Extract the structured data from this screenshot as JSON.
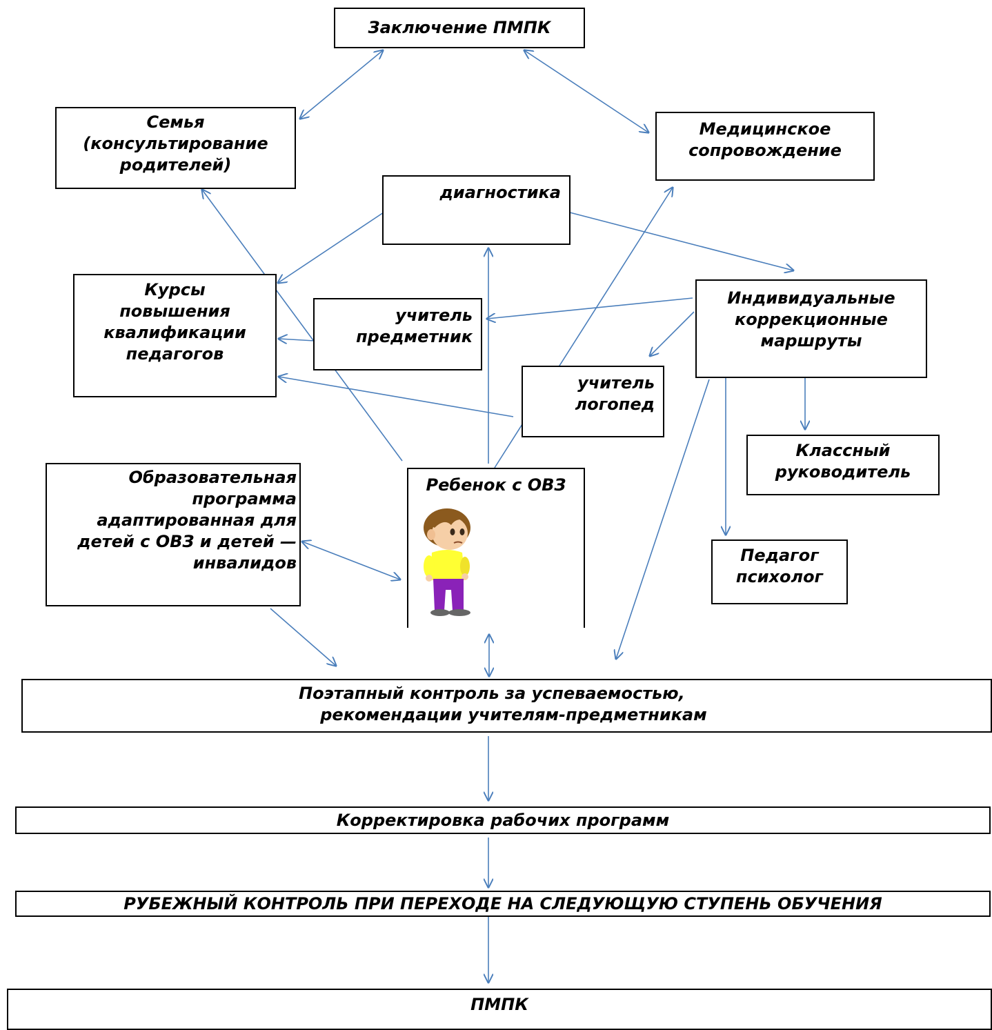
{
  "colors": {
    "arrow": "#4a7ebb",
    "border": "#000000",
    "text": "#000000"
  },
  "nodes": {
    "pmpk_conclusion": {
      "lines": [
        "Заключение ПМПК"
      ]
    },
    "family": {
      "lines": [
        "Семья",
        "(консультирование",
        "родителей)"
      ]
    },
    "medical": {
      "lines": [
        "Медицинское",
        "сопровождение"
      ]
    },
    "diagnostics": {
      "lines": [
        "диагностика"
      ]
    },
    "courses": {
      "lines": [
        "Курсы",
        "повышения",
        "квалификации",
        "педагогов"
      ]
    },
    "subject_teacher": {
      "lines": [
        "учитель",
        "предметник"
      ]
    },
    "individual_routes": {
      "lines": [
        "Индивидуальные",
        "коррекционные",
        "маршруты"
      ]
    },
    "speech_teacher": {
      "lines": [
        "учитель",
        "логопед"
      ]
    },
    "class_teacher": {
      "lines": [
        "Классный",
        "руководитель"
      ]
    },
    "program": {
      "lines": [
        "Образовательная",
        "программа",
        "адаптированная для",
        "детей с ОВЗ и детей —",
        "инвалидов"
      ]
    },
    "child": {
      "lines": [
        "Ребенок с ОВЗ"
      ],
      "icon": "boy-icon"
    },
    "psychologist": {
      "lines": [
        "Педагог",
        "психолог"
      ]
    },
    "monitoring": {
      "lines": [
        "Поэтапный контроль за успеваемостью,",
        "рекомендации учителям-предметникам"
      ]
    },
    "correction": {
      "lines": [
        "Корректировка рабочих программ"
      ]
    },
    "boundary": {
      "lines": [
        "РУБЕЖНЫЙ КОНТРОЛЬ ПРИ ПЕРЕХОДЕ НА СЛЕДУЮЩУЮ СТУПЕНЬ ОБУЧЕНИЯ"
      ]
    },
    "pmpk": {
      "lines": [
        "ПМПК"
      ]
    }
  }
}
